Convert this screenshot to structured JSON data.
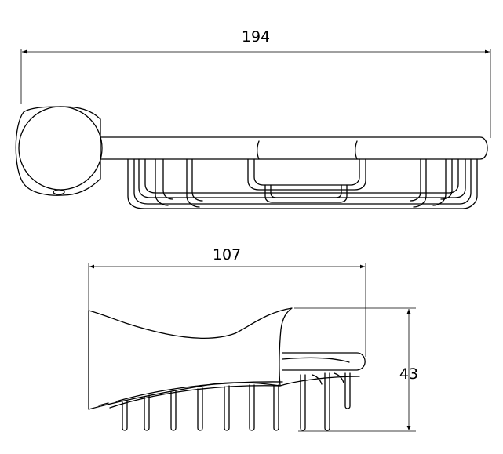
{
  "dimensions": {
    "width_top": "194",
    "width_side": "107",
    "height_side": "43"
  },
  "colors": {
    "line": "#000000",
    "background": "#ffffff"
  }
}
